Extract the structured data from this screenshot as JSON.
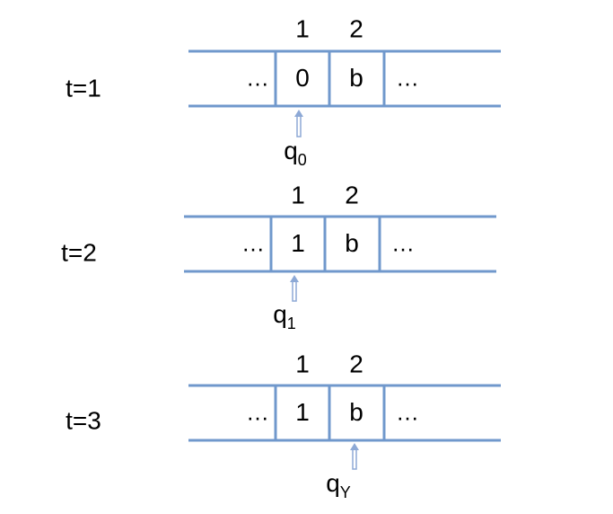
{
  "colors": {
    "tape_line": "#7098CC",
    "head_arrow": "#8DA9D6",
    "text": "#000000",
    "background": "#FFFFFF"
  },
  "rows": [
    {
      "time_label": "t=1",
      "cell_numbers": [
        "1",
        "2"
      ],
      "left_ellipsis": "…",
      "cells": [
        "0",
        "b"
      ],
      "right_ellipsis": "…",
      "head_cell_index": 0,
      "state": {
        "base": "q",
        "subscript": "0"
      }
    },
    {
      "time_label": "t=2",
      "cell_numbers": [
        "1",
        "2"
      ],
      "left_ellipsis": "…",
      "cells": [
        "1",
        "b"
      ],
      "right_ellipsis": "…",
      "head_cell_index": 0,
      "state": {
        "base": "q",
        "subscript": "1"
      }
    },
    {
      "time_label": "t=3",
      "cell_numbers": [
        "1",
        "2"
      ],
      "left_ellipsis": "…",
      "cells": [
        "1",
        "b"
      ],
      "right_ellipsis": "…",
      "head_cell_index": 1,
      "state": {
        "base": "q",
        "subscript": "Y"
      }
    }
  ]
}
